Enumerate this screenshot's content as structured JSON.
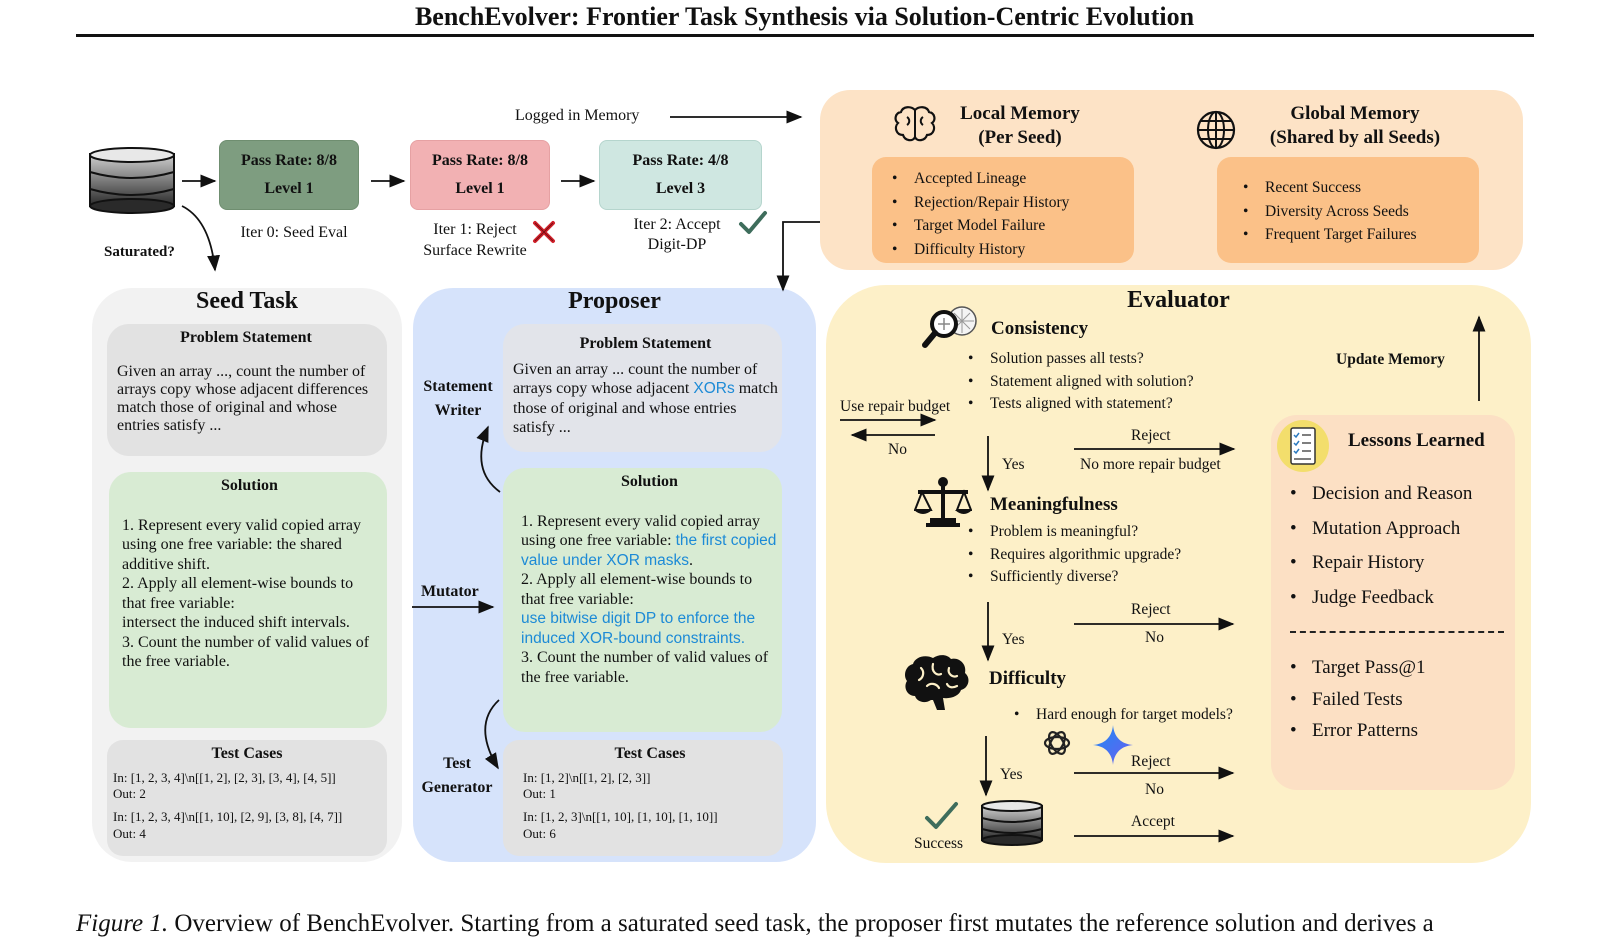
{
  "title": "BenchEvolver: Frontier Task Synthesis via Solution-Centric Evolution",
  "top": {
    "logged_in_memory": "Logged in Memory",
    "saturated": "Saturated?",
    "boxes": [
      {
        "rate": "Pass Rate: 8/8",
        "level": "Level 1",
        "caption_l1": "Iter 0: Seed Eval",
        "caption_l2": ""
      },
      {
        "rate": "Pass Rate: 8/8",
        "level": "Level 1",
        "caption_l1": "Iter 1: Reject",
        "caption_l2": "Surface Rewrite"
      },
      {
        "rate": "Pass Rate: 4/8",
        "level": "Level 3",
        "caption_l1": "Iter 2: Accept",
        "caption_l2": "Digit-DP"
      }
    ]
  },
  "memory": {
    "local_title_l1": "Local Memory",
    "local_title_l2": "(Per Seed)",
    "local_items": [
      "Accepted Lineage",
      "Rejection/Repair History",
      "Target Model Failure",
      "Difficulty History"
    ],
    "global_title_l1": "Global Memory",
    "global_title_l2": "(Shared by all Seeds)",
    "global_items": [
      "Recent Success",
      "Diversity Across Seeds",
      "Frequent Target Failures"
    ]
  },
  "seed": {
    "title": "Seed Task",
    "problem_header": "Problem Statement",
    "problem_text": "Given an array ..., count the number of arrays copy whose adjacent differences match those of original and whose entries satisfy ...",
    "solution_header": "Solution",
    "solution_lines": [
      "1. Represent every valid copied array using one free variable: the shared additive shift.",
      "2. Apply all element-wise bounds to that free variable:",
      "intersect the induced shift intervals.",
      "3. Count the number of valid values of the free variable."
    ],
    "tests_header": "Test Cases",
    "tests": [
      {
        "in": "In: [1, 2, 3, 4]\\n[[1, 2], [2, 3], [3, 4], [4, 5]]",
        "out": "Out: 2"
      },
      {
        "in": "In: [1, 2, 3, 4]\\n[[1, 10], [2, 9], [3, 8], [4, 7]]",
        "out": "Out: 4"
      }
    ]
  },
  "proposer": {
    "title": "Proposer",
    "statement_writer_l1": "Statement",
    "statement_writer_l2": "Writer",
    "mutator": "Mutator",
    "test_generator_l1": "Test",
    "test_generator_l2": "Generator",
    "problem_header": "Problem Statement",
    "problem_a": "Given an array ... count the number of arrays copy whose adjacent ",
    "problem_hl": "XORs",
    "problem_b": " match those of original and whose entries satisfy ...",
    "solution_header": "Solution",
    "sol_1a": "1. Represent every valid copied array using one free variable: ",
    "sol_1hl": "the first copied value under XOR masks",
    "sol_1b": ".",
    "sol_2": "2. Apply all element-wise bounds to that free variable:",
    "sol_2hl": "use bitwise digit DP to enforce the induced XOR-bound constraints.",
    "sol_3": "3. Count the number of valid values of the free variable.",
    "tests_header": "Test Cases",
    "tests": [
      {
        "in": "In: [1, 2]\\n[[1, 2], [2, 3]]",
        "out": "Out: 1"
      },
      {
        "in": "In: [1, 2, 3]\\n[[1, 10], [1, 10], [1, 10]]",
        "out": "Out: 6"
      }
    ]
  },
  "evaluator": {
    "title": "Evaluator",
    "update_memory": "Update Memory",
    "use_repair_budget": "Use repair budget",
    "no": "No",
    "yes": "Yes",
    "reject": "Reject",
    "no_more_repair_budget": "No more repair budget",
    "accept": "Accept",
    "success": "Success",
    "consistency": {
      "title": "Consistency",
      "items": [
        "Solution passes all tests?",
        "Statement aligned with solution?",
        "Tests aligned with statement?"
      ]
    },
    "meaningfulness": {
      "title": "Meaningfulness",
      "items": [
        "Problem is meaningful?",
        "Requires algorithmic upgrade?",
        "Sufficiently diverse?"
      ]
    },
    "difficulty": {
      "title": "Difficulty",
      "items": [
        "Hard enough for target models?"
      ]
    },
    "lessons": {
      "title": "Lessons Learned",
      "items_a": [
        "Decision and Reason",
        "Mutation Approach",
        "Repair History",
        "Judge Feedback"
      ],
      "items_b": [
        "Target Pass@1",
        "Failed Tests",
        "Error Patterns"
      ]
    }
  },
  "caption": {
    "label": "Figure 1.",
    "text": "Overview of BenchEvolver. Starting from a saturated seed task, the proposer first mutates the reference solution and derives a"
  },
  "colors": {
    "green_box": "#7e9d80",
    "red_box": "#f2b1b3",
    "teal_box": "#cfe7e1",
    "memory_bg": "#fde3c6",
    "memory_inner": "#fbc188",
    "seed_bg": "#f2f2f2",
    "proposer_bg": "#d6e3fb",
    "evaluator_bg": "#fdf0c8",
    "lessons_bg": "#fce0c4",
    "highlight_blue": "#1c8ad6"
  }
}
